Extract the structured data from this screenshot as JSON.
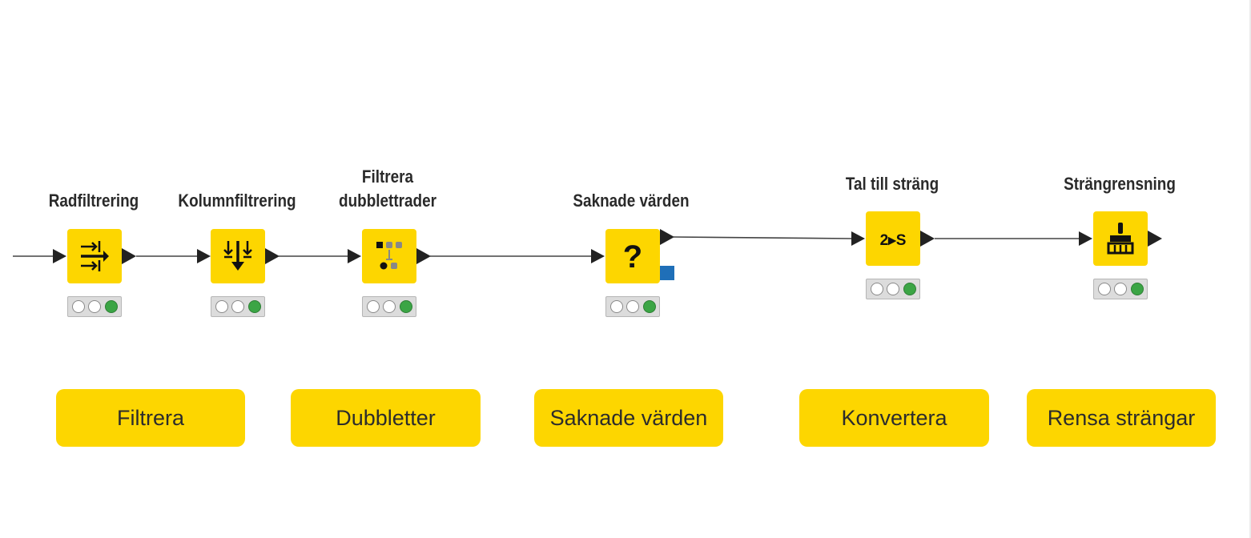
{
  "colors": {
    "node_fill": "#fdd600",
    "annotation_fill": "#fdd600",
    "edge": "#444444",
    "port": "#222222",
    "status_green": "#3ba545",
    "variable_port": "#1f6fb8"
  },
  "nodes": [
    {
      "id": "rowfilter",
      "label": "Radfiltrering",
      "icon": "row-filter-icon",
      "status": [
        "off",
        "off",
        "green"
      ]
    },
    {
      "id": "colfilter",
      "label": "Kolumnfiltrering",
      "icon": "column-filter-icon",
      "status": [
        "off",
        "off",
        "green"
      ]
    },
    {
      "id": "dupfilter",
      "label": "Filtrera\ndubblettrader",
      "icon": "duplicate-filter-icon",
      "status": [
        "off",
        "off",
        "green"
      ]
    },
    {
      "id": "missing",
      "label": "Saknade värden",
      "icon": "question-icon",
      "status": [
        "off",
        "off",
        "green"
      ]
    },
    {
      "id": "num2str",
      "label": "Tal till sträng",
      "icon": "number-to-string-icon",
      "icon_text": "2▸S",
      "status": [
        "off",
        "off",
        "green"
      ]
    },
    {
      "id": "strclean",
      "label": "Strängrensning",
      "icon": "broom-icon",
      "status": [
        "off",
        "off",
        "green"
      ]
    }
  ],
  "annotations": [
    {
      "text": "Filtrera"
    },
    {
      "text": "Dubbletter"
    },
    {
      "text": "Saknade värden"
    },
    {
      "text": "Konvertera"
    },
    {
      "text": "Rensa strängar"
    }
  ]
}
